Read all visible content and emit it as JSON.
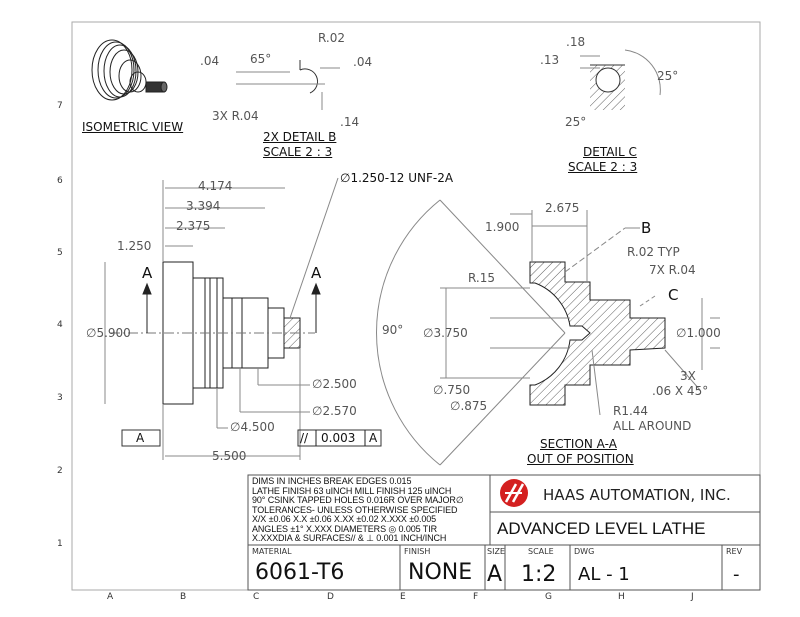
{
  "grid": {
    "columns": [
      "A",
      "B",
      "C",
      "D",
      "E",
      "F",
      "G",
      "H",
      "J"
    ],
    "rows": [
      "7",
      "6",
      "5",
      "4",
      "3",
      "2",
      "1"
    ]
  },
  "isometric": {
    "label": "ISOMETRIC VIEW"
  },
  "detail_b": {
    "dims": [
      ".04",
      "65°",
      "R.02",
      ".04",
      "3X R.04",
      ".14"
    ],
    "title": "2X DETAIL B",
    "scale": "SCALE 2 : 3"
  },
  "detail_c": {
    "dims": [
      ".18",
      ".13",
      "25°",
      "25°"
    ],
    "title": "DETAIL C",
    "scale": "SCALE 2 : 3"
  },
  "side_view": {
    "dims": [
      "4.174",
      "3.394",
      "2.375",
      "1.250",
      "∅5.900",
      "∅2.500",
      "∅2.570",
      "∅4.500",
      "5.500"
    ],
    "thread": "∅1.250-12 UNF-2A",
    "section_marks": [
      "A",
      "A"
    ],
    "datum": "A",
    "tolerance_frame": [
      "//",
      "0.003",
      "A"
    ]
  },
  "section": {
    "dims": [
      "2.675",
      "1.900",
      "R.15",
      "∅3.750",
      "∅.750",
      "∅.875",
      "∅1.000",
      "90°"
    ],
    "callouts": [
      "B",
      "C",
      "R.02 TYP",
      "7X R.04",
      "3X",
      ".06 X 45°",
      "R1.44",
      "ALL AROUND"
    ],
    "title": "SECTION A-A",
    "subtitle": "OUT OF POSITION"
  },
  "title_block": {
    "notes": [
      "DIMS IN INCHES BREAK EDGES 0.015",
      "LATHE FINISH 63 uINCH MILL FINISH 125 uINCH",
      "90° CSINK TAPPED HOLES 0.016R OVER MAJOR∅",
      "TOLERANCES- UNLESS OTHERWISE SPECIFIED",
      "X/X ±0.06 X.X ±0.06 X.XX ±0.02 X.XXX ±0.005",
      "ANGLES ±1° X.XXX DIAMETERS ◎ 0.005 TIR",
      "X.XXXDIA & SURFACES// & ⊥ 0.001 INCH/INCH"
    ],
    "company": "HAAS AUTOMATION, INC.",
    "title": "ADVANCED LEVEL LATHE",
    "material_label": "MATERIAL",
    "material": "6061-T6",
    "finish_label": "FINISH",
    "finish": "NONE",
    "size_label": "SIZE",
    "size": "A",
    "scale_label": "SCALE",
    "scale": "1:2",
    "dwg_label": "DWG",
    "dwg": "AL - 1",
    "rev_label": "REV",
    "rev": "-",
    "logo_color": "#d42020"
  }
}
